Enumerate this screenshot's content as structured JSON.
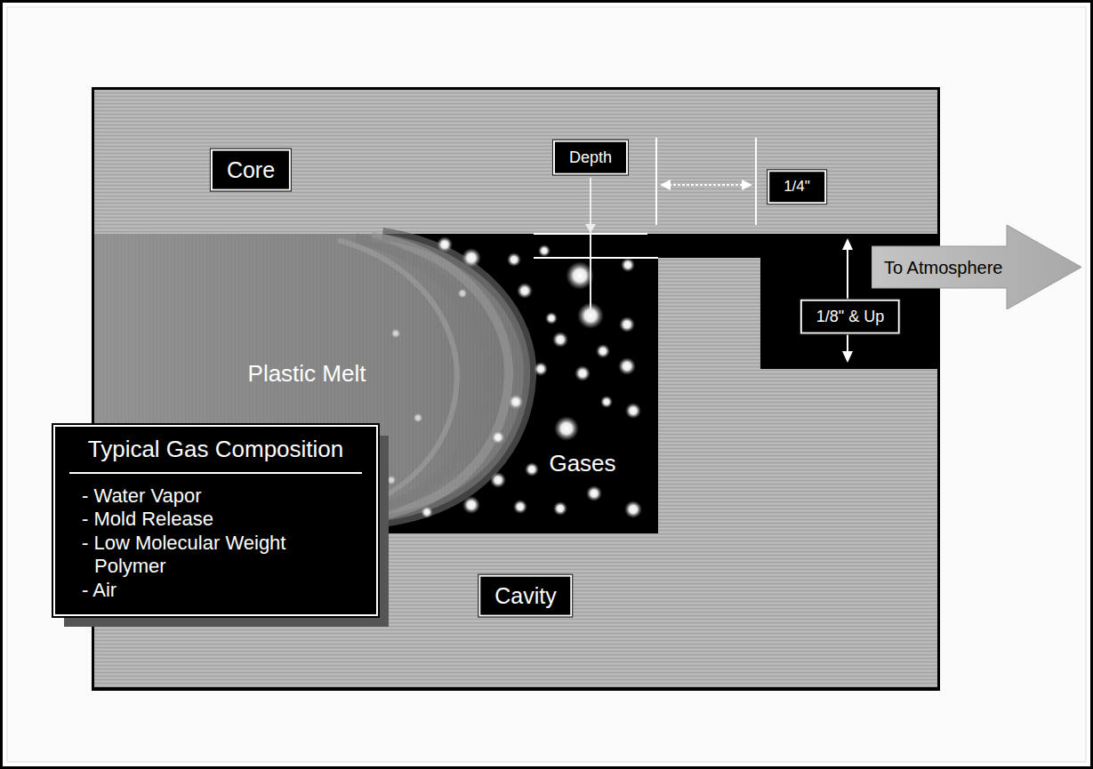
{
  "diagram": {
    "nodes": [
      {
        "text": [
          "Core"
        ]
      },
      {
        "text": [
          "Depth"
        ]
      },
      {
        "text": [
          "1/4\""
        ]
      },
      {
        "text": [
          "To Atmosphere"
        ]
      },
      {
        "text": [
          "1/8\" & Up"
        ]
      },
      {
        "text": [
          "Cavity"
        ]
      },
      {
        "text": [
          "Typical Gas Composition",
          "- Water Vapor",
          "- Mold Release",
          "- Low Molecular Weight Polymer",
          "- Air"
        ]
      }
    ],
    "labels": [
      "Plastic Melt",
      "Gases"
    ]
  }
}
